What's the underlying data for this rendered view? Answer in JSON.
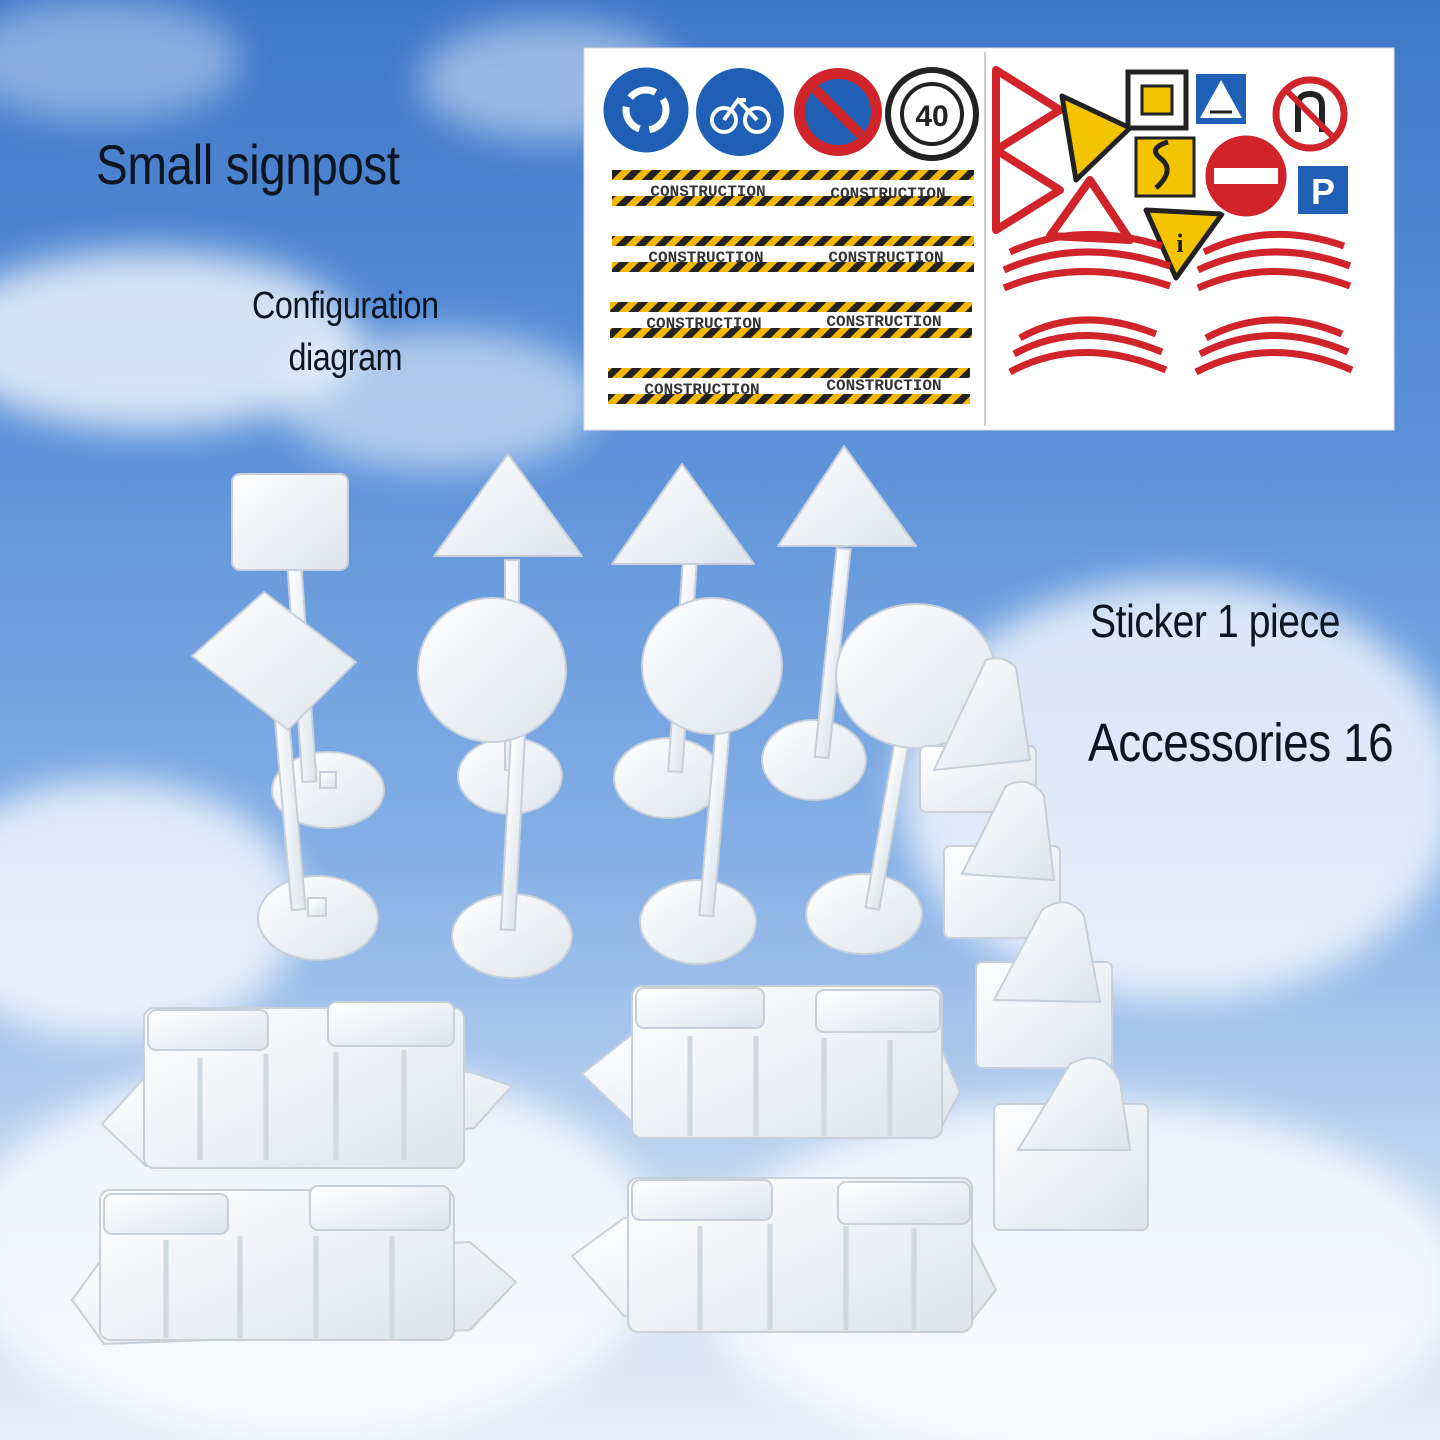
{
  "title": "Small signpost",
  "configuration": {
    "line1": "Configuration",
    "line2": "diagram"
  },
  "sticker_count": "Sticker 1 piece",
  "accessories_count": "Accessories 16",
  "sticker_sheet": {
    "construction_text": "CONSTRUCTION",
    "speed_limit": "40",
    "info_glyph": "i",
    "parking_glyph": "P",
    "icons": [
      "roundabout-sign-icon",
      "bicycle-sign-icon",
      "no-parking-sign-icon",
      "speed-limit-sign-icon",
      "warning-triangle-icon",
      "priority-road-sign-icon",
      "pedestrian-crossing-sign-icon",
      "no-u-turn-sign-icon",
      "no-entry-sign-icon",
      "parking-sign-icon",
      "winding-road-sign-icon",
      "information-sign-icon",
      "curve-marking-icon"
    ]
  },
  "accessories": {
    "signposts": 8,
    "traffic_cones": 4,
    "barriers": 4,
    "object_color": "#f4f6f8"
  },
  "colors": {
    "sky": "#4a82d0",
    "text": "#0d1521",
    "sign_blue": "#1f5fb5",
    "sign_red": "#d0232a",
    "sign_yellow": "#f5c400"
  }
}
